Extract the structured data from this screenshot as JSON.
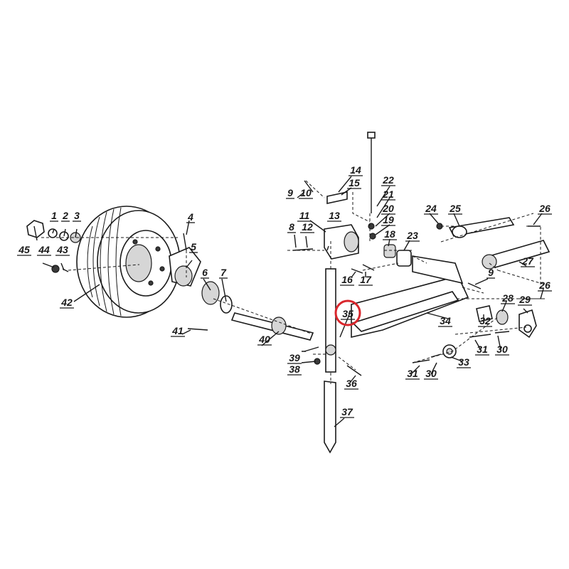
{
  "diagram": {
    "highlight_color": "#d9262c",
    "highlighted_part": "35",
    "parts": [
      {
        "id": "p1",
        "label": "1"
      },
      {
        "id": "p2",
        "label": "2"
      },
      {
        "id": "p3",
        "label": "3"
      },
      {
        "id": "p4",
        "label": "4"
      },
      {
        "id": "p5",
        "label": "5"
      },
      {
        "id": "p6",
        "label": "6"
      },
      {
        "id": "p7",
        "label": "7"
      },
      {
        "id": "p8",
        "label": "8"
      },
      {
        "id": "p9a",
        "label": "9"
      },
      {
        "id": "p9b",
        "label": "9"
      },
      {
        "id": "p10",
        "label": "10"
      },
      {
        "id": "p11",
        "label": "11"
      },
      {
        "id": "p12",
        "label": "12"
      },
      {
        "id": "p13",
        "label": "13"
      },
      {
        "id": "p14",
        "label": "14"
      },
      {
        "id": "p15",
        "label": "15"
      },
      {
        "id": "p16",
        "label": "16"
      },
      {
        "id": "p17",
        "label": "17"
      },
      {
        "id": "p18",
        "label": "18"
      },
      {
        "id": "p19",
        "label": "19"
      },
      {
        "id": "p20",
        "label": "20"
      },
      {
        "id": "p21",
        "label": "21"
      },
      {
        "id": "p22",
        "label": "22"
      },
      {
        "id": "p23",
        "label": "23"
      },
      {
        "id": "p24",
        "label": "24"
      },
      {
        "id": "p25",
        "label": "25"
      },
      {
        "id": "p26a",
        "label": "26"
      },
      {
        "id": "p26b",
        "label": "26"
      },
      {
        "id": "p27",
        "label": "27"
      },
      {
        "id": "p28",
        "label": "28"
      },
      {
        "id": "p29",
        "label": "29"
      },
      {
        "id": "p30a",
        "label": "30"
      },
      {
        "id": "p30b",
        "label": "30"
      },
      {
        "id": "p31a",
        "label": "31"
      },
      {
        "id": "p31b",
        "label": "31"
      },
      {
        "id": "p32",
        "label": "32"
      },
      {
        "id": "p33",
        "label": "33"
      },
      {
        "id": "p34",
        "label": "34"
      },
      {
        "id": "p35",
        "label": "35"
      },
      {
        "id": "p36",
        "label": "36"
      },
      {
        "id": "p37",
        "label": "37"
      },
      {
        "id": "p38",
        "label": "38"
      },
      {
        "id": "p39",
        "label": "39"
      },
      {
        "id": "p40",
        "label": "40"
      },
      {
        "id": "p41",
        "label": "41"
      },
      {
        "id": "p42",
        "label": "42"
      },
      {
        "id": "p43",
        "label": "43"
      },
      {
        "id": "p44",
        "label": "44"
      },
      {
        "id": "p45",
        "label": "45"
      }
    ]
  }
}
